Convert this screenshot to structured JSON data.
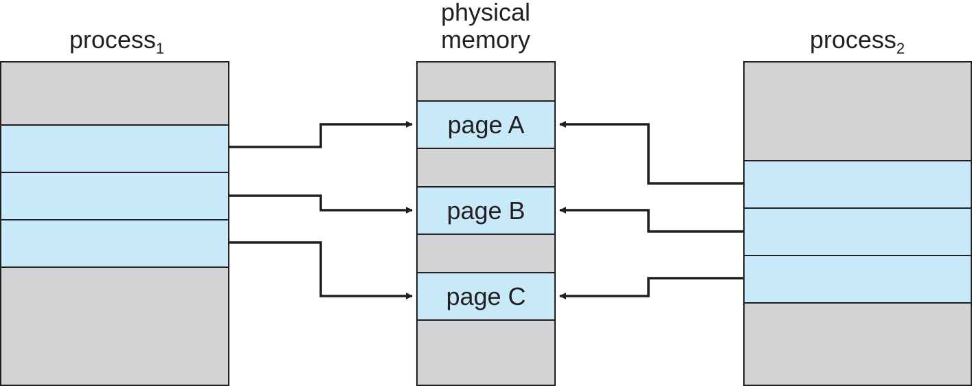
{
  "diagram": {
    "colors": {
      "block_fill": "#d1d3d4",
      "page_fill": "#c8eaf8",
      "stroke": "#231f20"
    },
    "process1": {
      "name": "process",
      "subscript": "1",
      "pages": [
        "",
        "",
        ""
      ]
    },
    "memory": {
      "label_line1": "physical",
      "label_line2": "memory",
      "pages": [
        "page A",
        "page B",
        "page C"
      ]
    },
    "process2": {
      "name": "process",
      "subscript": "2",
      "pages": [
        "",
        "",
        ""
      ]
    },
    "mappings": [
      {
        "from": "process1",
        "page_index": 0,
        "to": "page A"
      },
      {
        "from": "process1",
        "page_index": 1,
        "to": "page B"
      },
      {
        "from": "process1",
        "page_index": 2,
        "to": "page C"
      },
      {
        "from": "process2",
        "page_index": 0,
        "to": "page A"
      },
      {
        "from": "process2",
        "page_index": 1,
        "to": "page B"
      },
      {
        "from": "process2",
        "page_index": 2,
        "to": "page C"
      }
    ]
  }
}
